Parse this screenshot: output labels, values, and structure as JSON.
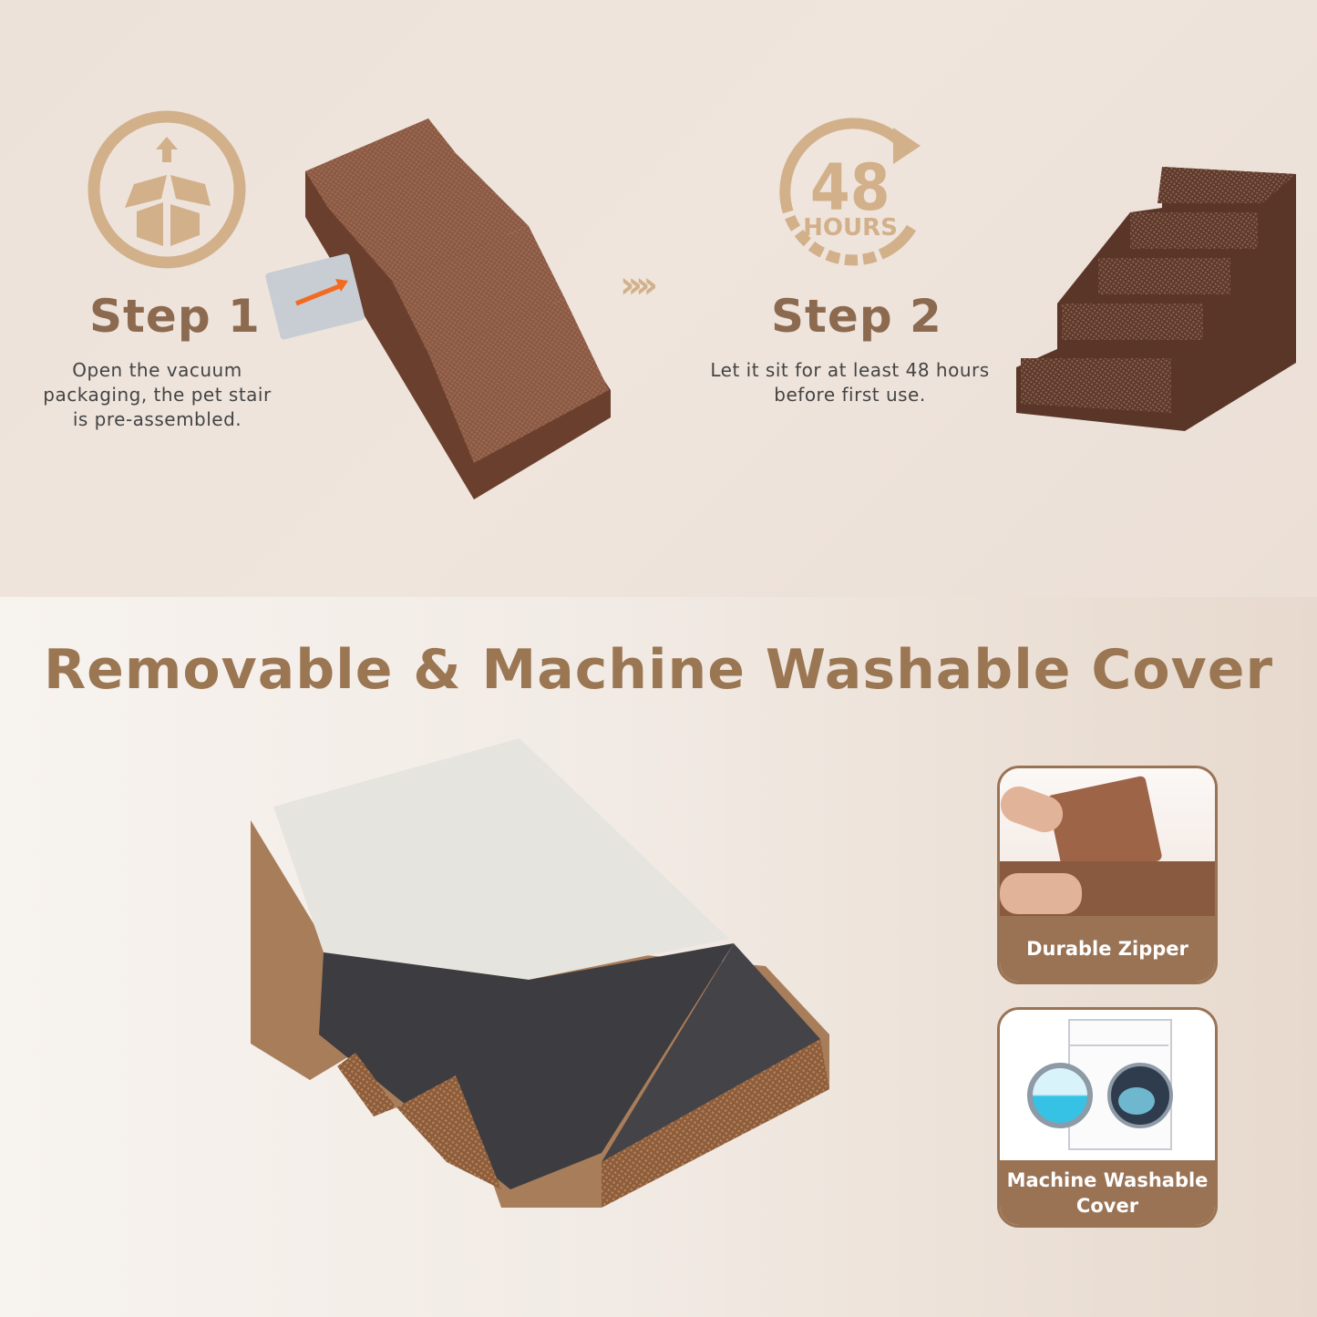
{
  "colors": {
    "accent_brown": "#9b7653",
    "icon_tan": "#d2b08a",
    "step_title": "#8c6a4f",
    "card_label_bg": "#9a7355",
    "stair_brown": "#6e4330"
  },
  "top_section": {
    "step1": {
      "icon": "open-box-icon",
      "title": "Step 1",
      "description_lines": [
        "Open the vacuum",
        "packaging, the pet stair",
        "is pre-assembled."
      ]
    },
    "arrows_icon": "chevron-arrows-icon",
    "step2": {
      "icon_number": "48",
      "icon_unit": "HOURS",
      "title": "Step 2",
      "description_lines": [
        "Let it sit for at least 48 hours",
        "before first use."
      ]
    }
  },
  "bottom_section": {
    "heading": "Removable & Machine Washable Cover",
    "features": [
      {
        "label": "Durable Zipper",
        "image": "zipper-hands-image"
      },
      {
        "label_lines": [
          "Machine Washable",
          "Cover"
        ],
        "image": "washing-machine-image"
      }
    ]
  }
}
